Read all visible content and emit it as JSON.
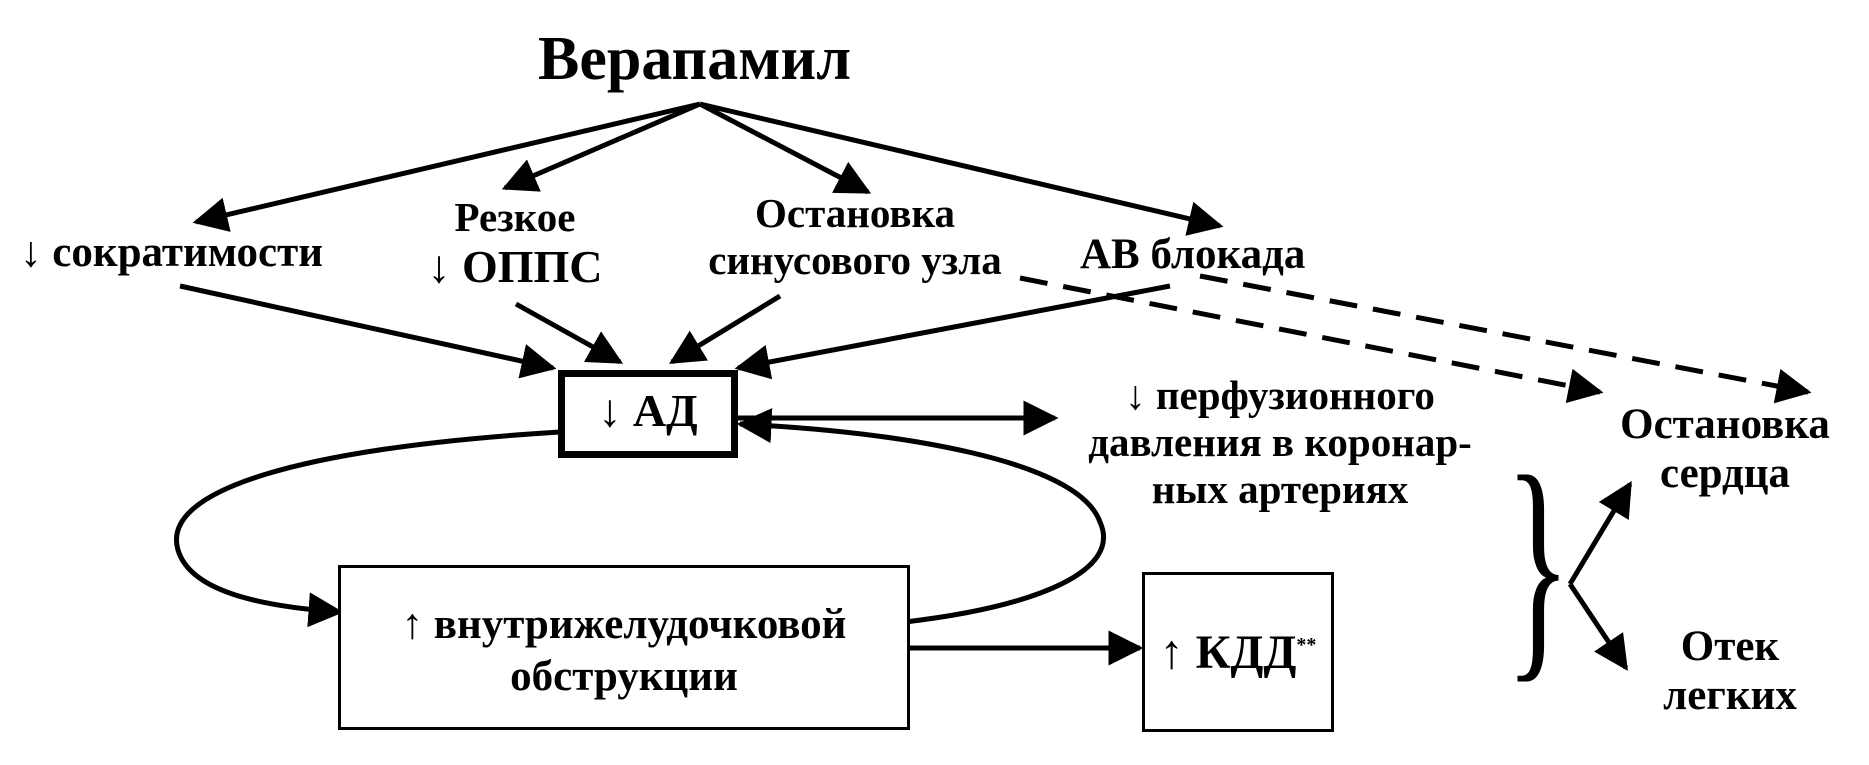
{
  "title": "Верапамил",
  "effects": {
    "contractility": "↓ сократимости",
    "opss_line1": "Резкое",
    "opss_line2": "↓ ОППС",
    "sinus_line1": "Остановка",
    "sinus_line2": "синусового узла",
    "av_block": "АВ блокада"
  },
  "center": {
    "bp": "↓ АД"
  },
  "outcomes": {
    "perfusion_line1": "↓ перфузионного",
    "perfusion_line2": "давления в коронар-",
    "perfusion_line3": "ных артериях",
    "obstruction_line1": "↑ внутрижелудочковой",
    "obstruction_line2": "обструкции",
    "edp": "↑ КДД",
    "edp_mark": "**",
    "cardiac_arrest_line1": "Остановка",
    "cardiac_arrest_line2": "сердца",
    "edema_line1": "Отек",
    "edema_line2": "легких",
    "brace": "}"
  }
}
